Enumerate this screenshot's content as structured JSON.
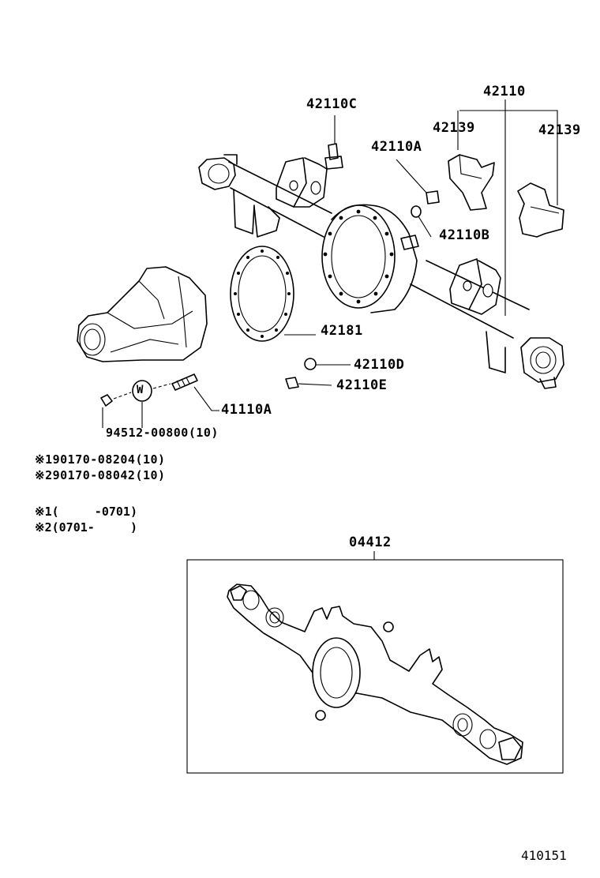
{
  "diagram": {
    "labels": {
      "p42110": "42110",
      "p42110C": "42110C",
      "p42139_left": "42139",
      "p42139_right": "42139",
      "p42110A": "42110A",
      "p42110B": "42110B",
      "p42181": "42181",
      "p42110D": "42110D",
      "p42110E": "42110E",
      "p41110A": "41110A",
      "p94512": "94512-00800(10)",
      "p90170_1": "※190170-08204(10)",
      "p90170_2": "※290170-08042(10)",
      "p04412": "04412",
      "washer_mark": "W"
    },
    "notes": {
      "note1": "※1(     -0701)",
      "note2": "※2(0701-     )"
    },
    "illustration_code": "410151"
  }
}
